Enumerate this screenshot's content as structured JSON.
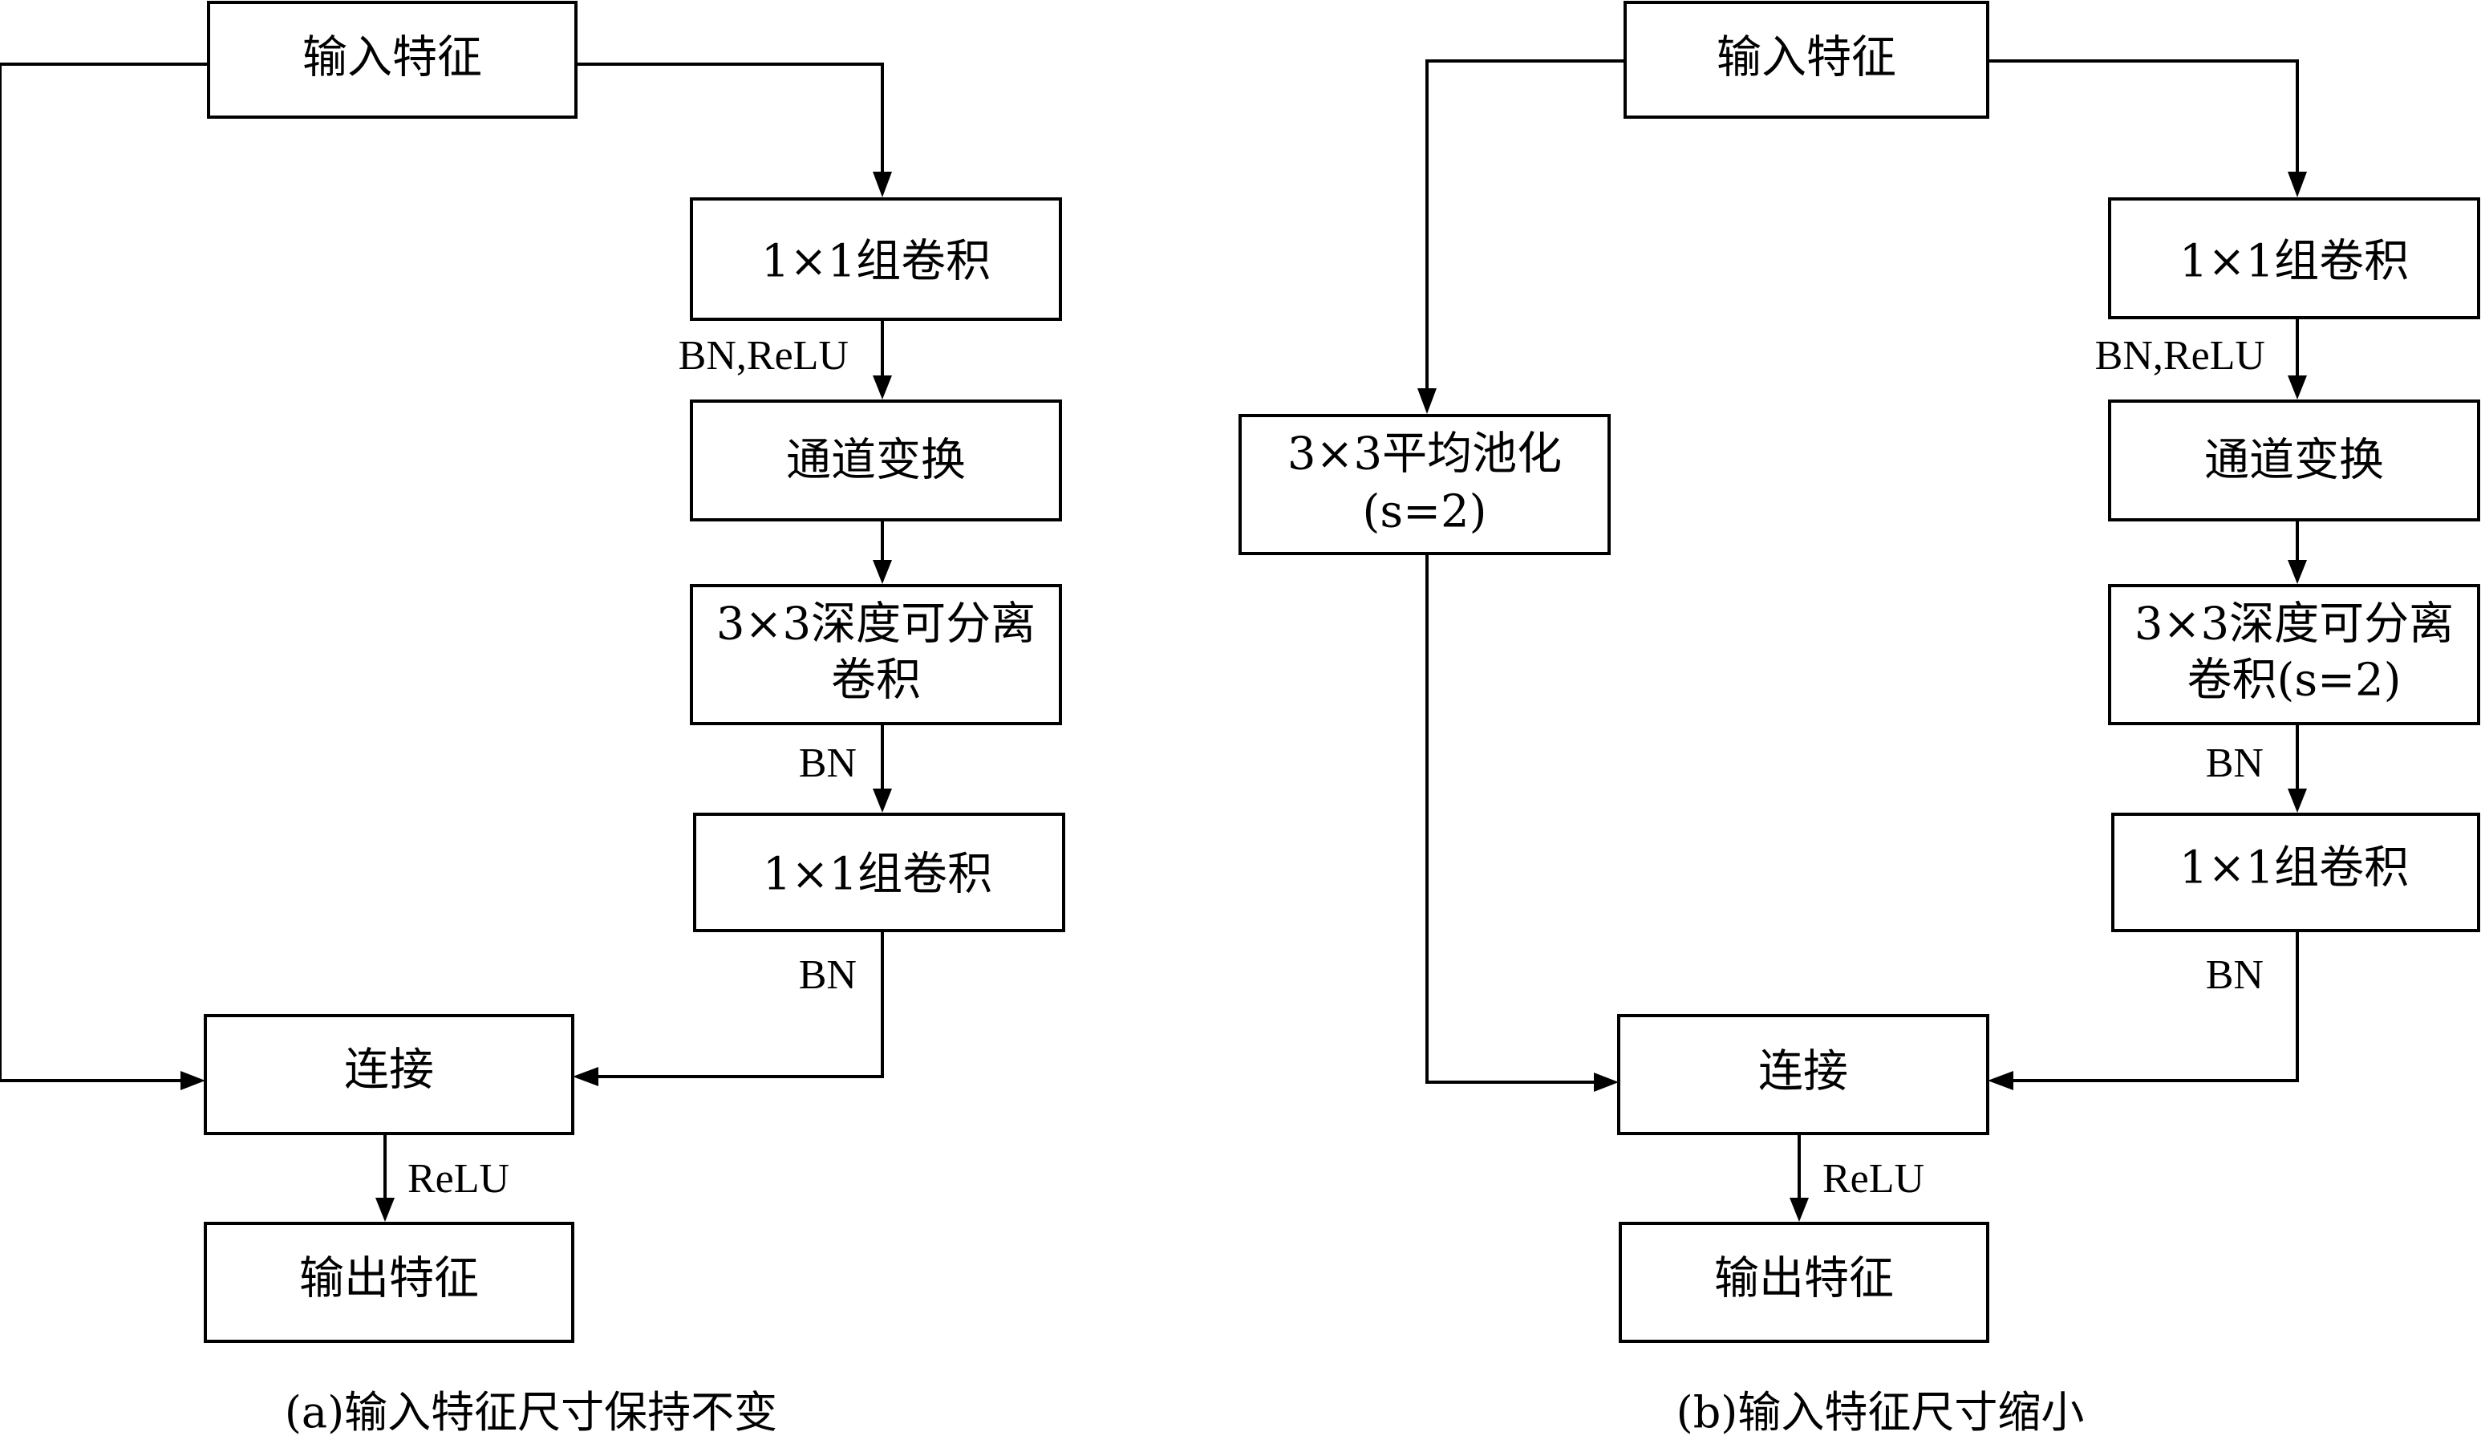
{
  "panel_a": {
    "input": "输入特征",
    "conv1": "1×1组卷积",
    "label_bn_relu": "BN,ReLU",
    "shuffle": "通道变换",
    "dwconv_line1": "3×3深度可分离",
    "dwconv_line2": "卷积",
    "label_bn1": "BN",
    "conv2": "1×1组卷积",
    "label_bn2": "BN",
    "concat": "连接",
    "label_relu": "ReLU",
    "output": "输出特征",
    "caption": "(a)输入特征尺寸保持不变"
  },
  "panel_b": {
    "input": "输入特征",
    "conv1": "1×1组卷积",
    "label_bn_relu": "BN,ReLU",
    "pool_line1": "3×3平均池化",
    "pool_line2": "(s=2)",
    "shuffle": "通道变换",
    "dwconv_line1": "3×3深度可分离",
    "dwconv_line2": "卷积(s=2)",
    "label_bn1": "BN",
    "conv2": "1×1组卷积",
    "label_bn2": "BN",
    "concat": "连接",
    "label_relu": "ReLU",
    "output": "输出特征",
    "caption": "(b)输入特征尺寸缩小"
  }
}
